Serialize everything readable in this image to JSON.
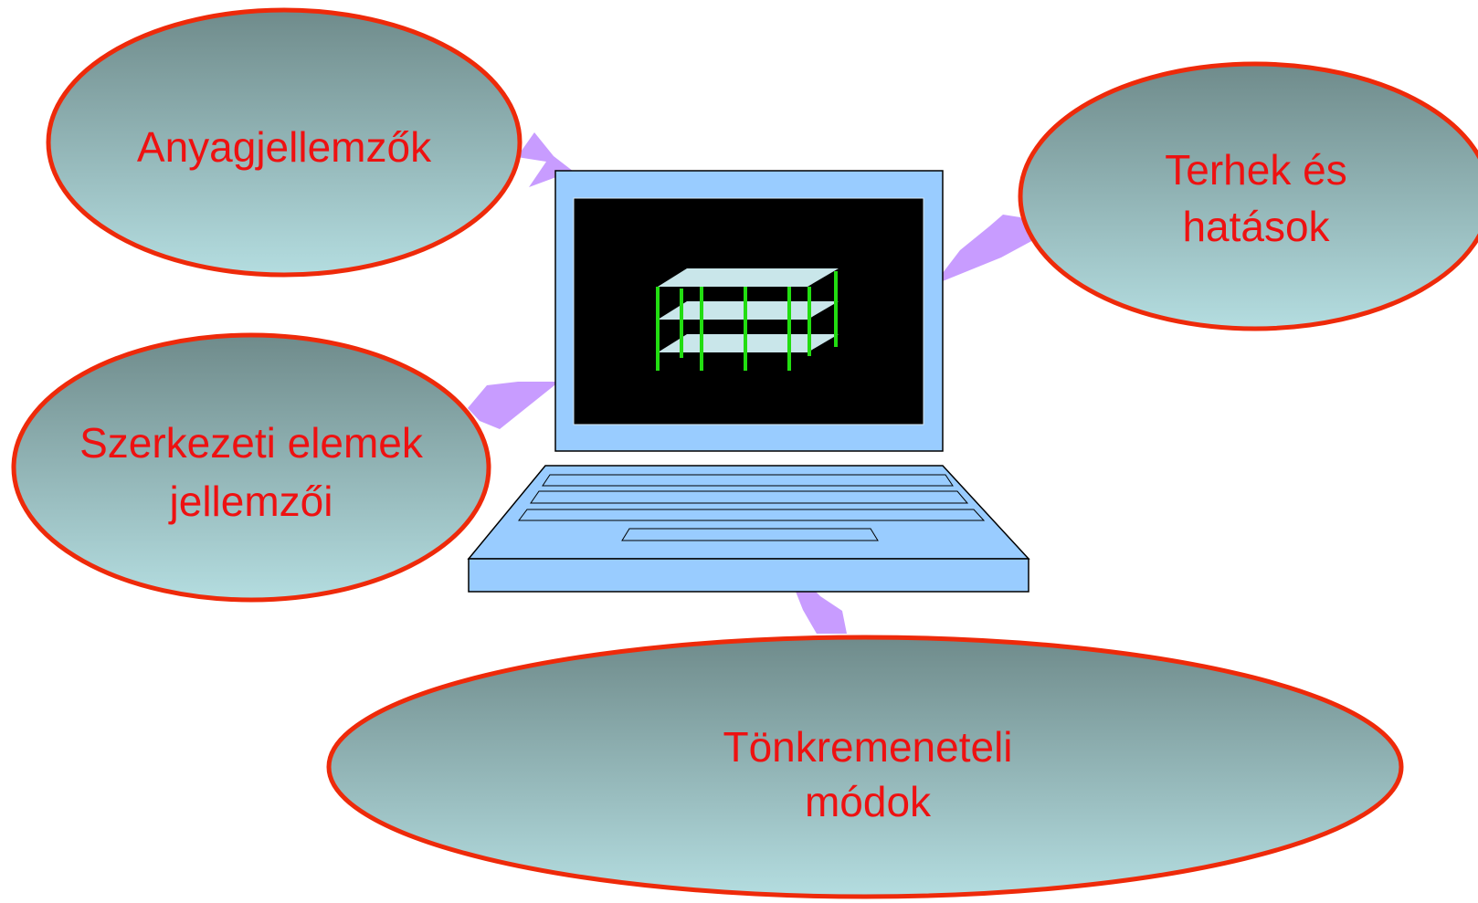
{
  "nodes": {
    "anyag": {
      "lines": [
        "Anyagjellemzők"
      ]
    },
    "terhek": {
      "lines": [
        "Terhek és",
        "hatások"
      ]
    },
    "szerkezeti": {
      "lines": [
        "Szerkezeti elemek",
        "jellemzői"
      ]
    },
    "tonkremeneteli": {
      "lines": [
        "Tönkremeneteli",
        "módok"
      ]
    }
  },
  "colors": {
    "ellipse_top": "#6f8b8b",
    "ellipse_bottom": "#b4dde0",
    "ellipse_border": "#ee2a0a",
    "label_text": "#ee1111",
    "arrow": "#c89cff",
    "laptop_body": "#99ccff",
    "screen": "#000000",
    "slab": "#c9e6ea",
    "column": "#22dd11"
  },
  "icons": [
    "laptop-icon",
    "building-frame-icon",
    "arrow-icon"
  ]
}
